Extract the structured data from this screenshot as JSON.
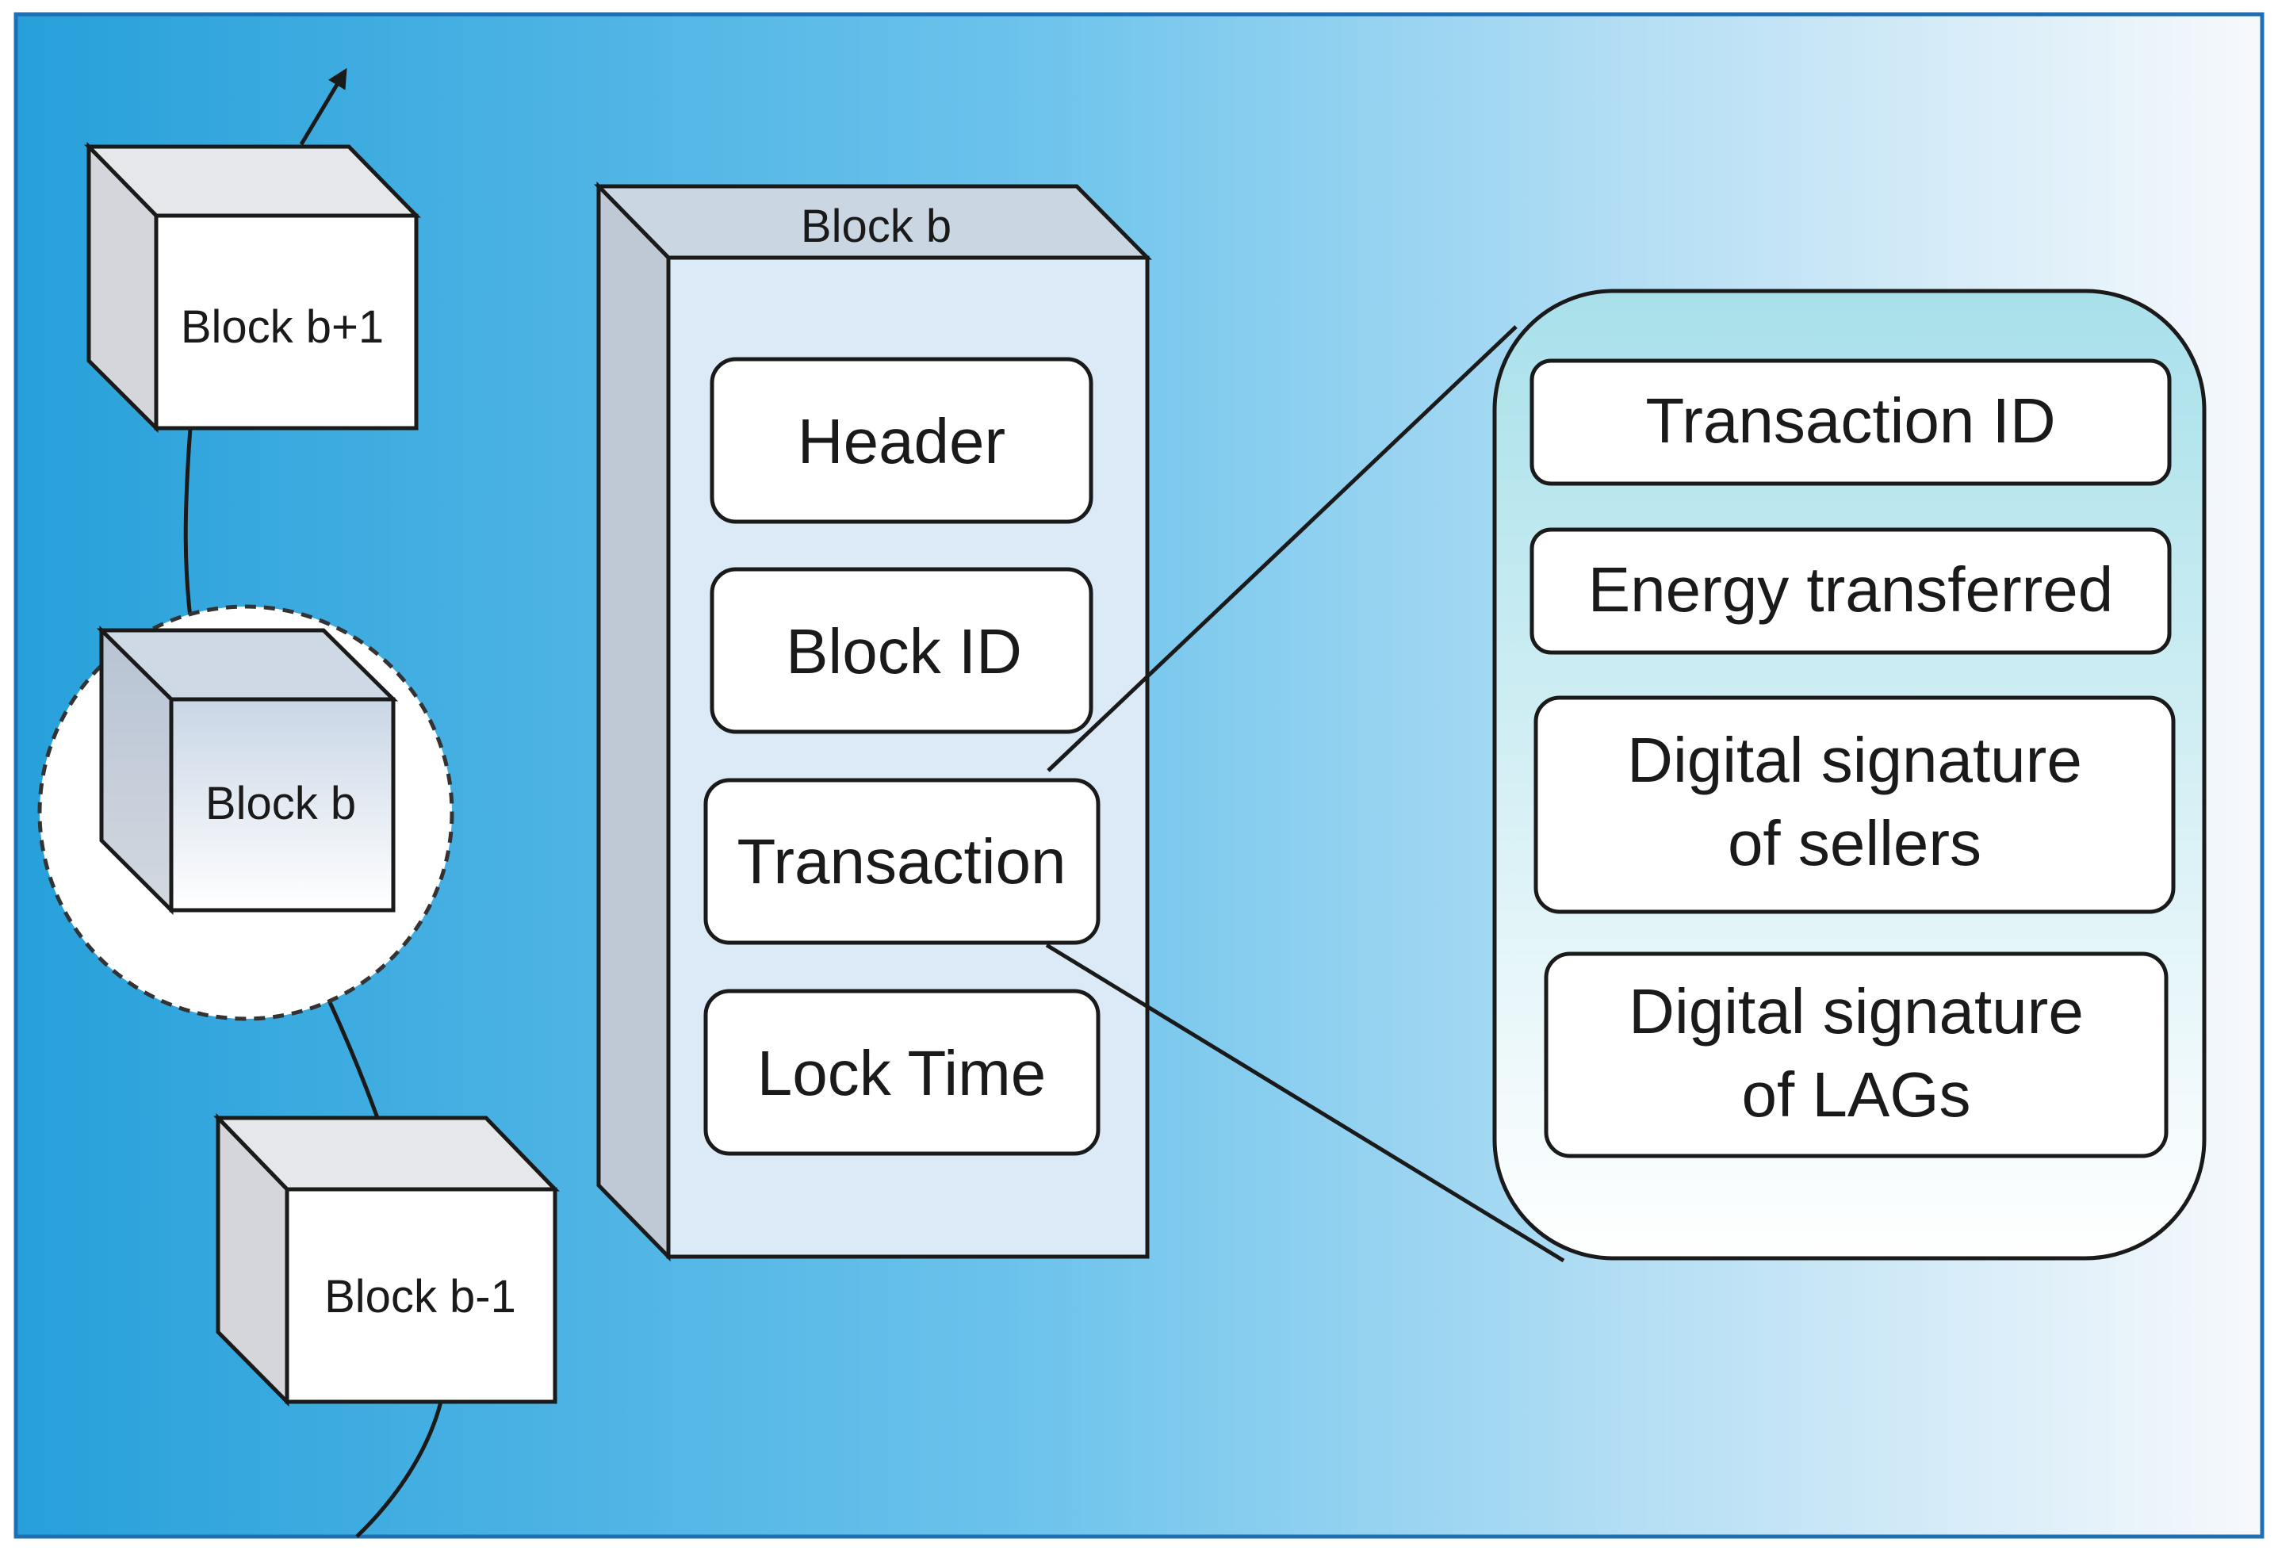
{
  "chain": {
    "blocks": [
      {
        "label": "Block b+1"
      },
      {
        "label": "Block b"
      },
      {
        "label": "Block b-1"
      }
    ]
  },
  "block_detail": {
    "title": "Block b",
    "fields": [
      "Header",
      "Block ID",
      "Transaction",
      "Lock Time"
    ]
  },
  "transaction_detail": {
    "items": [
      {
        "lines": [
          "Transaction ID"
        ]
      },
      {
        "lines": [
          "Energy transferred"
        ]
      },
      {
        "lines": [
          "Digital signature",
          "of sellers"
        ]
      },
      {
        "lines": [
          "Digital signature",
          "of LAGs"
        ]
      }
    ]
  },
  "colors": {
    "background_left": "#27a0da",
    "background_mid": "#6cc3ec",
    "background_right": "#f7f9fc",
    "frame": "#1f6fb5",
    "block_face": "#dce9f6",
    "block_side": "#bfc9d6",
    "block_top": "#cbd6e3",
    "panel_top": "#a8e0ea",
    "panel_bottom": "#ffffff",
    "cube_side": "#d4d6db",
    "cube_front": "#ffffff"
  }
}
